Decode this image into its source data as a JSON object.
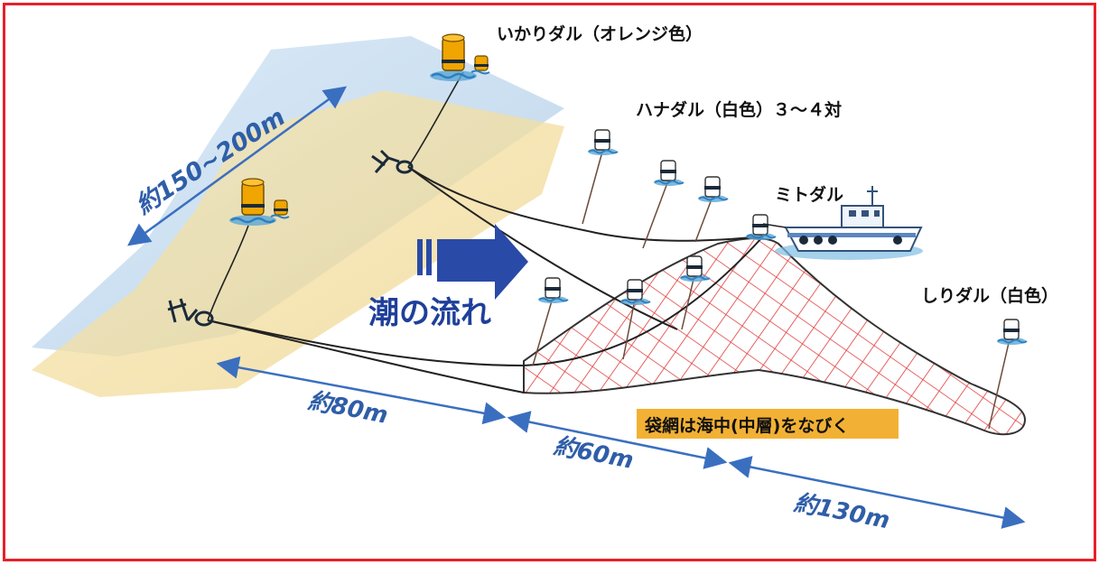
{
  "labels": {
    "ikari_daru": "いかりダル（オレンジ色）",
    "hana_daru": "ハナダル（白色）３～４対",
    "mito_daru": "ミトダル",
    "shiri_daru": "しりダル（白色）",
    "tide_flow": "潮の流れ",
    "net_note": "袋網は海中(中層)をなびく"
  },
  "dimensions": {
    "width_range": "約150~200m",
    "segment_1": "約80m",
    "segment_2": "約60m",
    "segment_3": "約130m"
  },
  "colors": {
    "frame": "#e8202a",
    "orange_buoy": "#f0a500",
    "white_buoy": "#ffffff",
    "sea_blue": "#bcd7ee",
    "sand_yellow": "#f6e2a0",
    "net_red": "#e23a3a",
    "arrow_blue": "#2a4aa8",
    "dim_blue": "#3a6fc0",
    "note_bg": "#f2b134"
  },
  "icons": [
    "anchor-icon",
    "orange-buoy-icon",
    "white-buoy-icon",
    "fishing-boat-icon",
    "tide-arrow-icon"
  ]
}
